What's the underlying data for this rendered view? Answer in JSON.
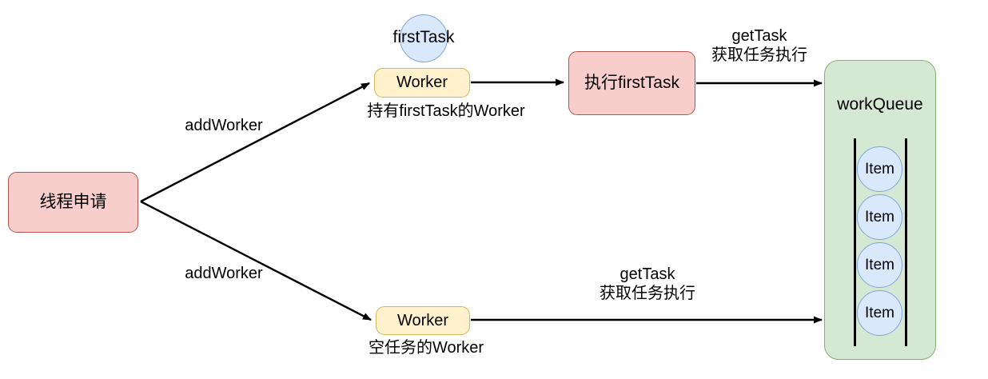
{
  "diagram": {
    "title": "Thread pool worker / workQueue flow",
    "colors": {
      "pink_fill": "#f8cecc",
      "pink_stroke": "#b85450",
      "yellow_fill": "#fff2cc",
      "yellow_stroke": "#d6b656",
      "green_fill": "#d5e8d4",
      "green_stroke": "#82b366",
      "blue_fill": "#dae8fc",
      "blue_stroke": "#7ea6d9",
      "edge": "#000000",
      "background": "#ffffff"
    },
    "nodes": {
      "thread_request": {
        "label": "线程申请"
      },
      "worker_top": {
        "label": "Worker"
      },
      "worker_bottom": {
        "label": "Worker"
      },
      "first_task_circle": {
        "label": "firstTask"
      },
      "exec_first_task": {
        "label": "执行firstTask"
      },
      "work_queue": {
        "title": "workQueue",
        "items": [
          {
            "label": "Item"
          },
          {
            "label": "Item"
          },
          {
            "label": "Item"
          },
          {
            "label": "Item"
          }
        ]
      }
    },
    "edge_labels": {
      "add_worker_top": "addWorker",
      "add_worker_bottom": "addWorker",
      "worker_top_caption": "持有firstTask的Worker",
      "worker_bottom_caption": "空任务的Worker",
      "get_task_top_line1": "getTask",
      "get_task_top_line2": "获取任务执行",
      "get_task_bottom_line1": "getTask",
      "get_task_bottom_line2": "获取任务执行"
    }
  }
}
